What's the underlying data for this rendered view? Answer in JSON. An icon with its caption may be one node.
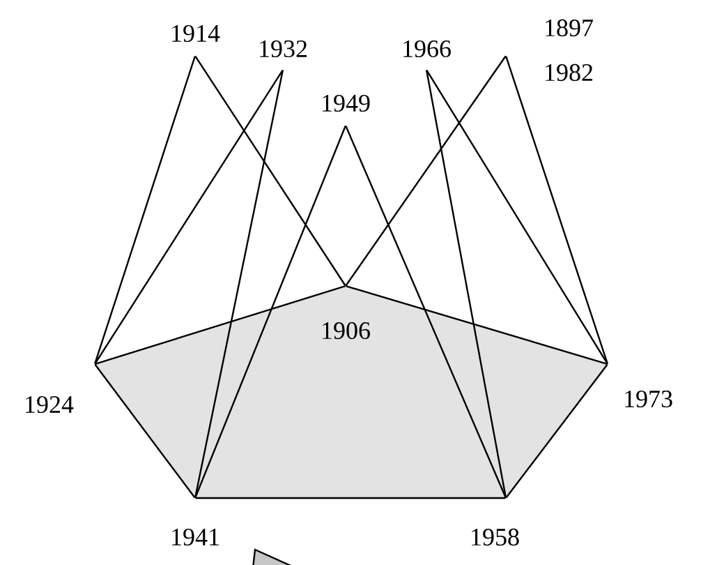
{
  "diagram": {
    "nodes": [
      {
        "text": [
          "1914"
        ]
      },
      {
        "text": [
          "1932"
        ]
      },
      {
        "text": [
          "1949"
        ]
      },
      {
        "text": [
          "1966"
        ]
      },
      {
        "text": [
          "1897",
          "1982"
        ]
      },
      {
        "text": [
          "1906"
        ]
      },
      {
        "text": [
          "1924"
        ]
      },
      {
        "text": [
          "1973"
        ]
      },
      {
        "text": [
          "1941"
        ]
      },
      {
        "text": [
          "1958"
        ]
      }
    ],
    "edges": [
      {
        "from": 0,
        "to": 6,
        "arrow": "none"
      },
      {
        "from": 0,
        "to": 5,
        "arrow": "none"
      },
      {
        "from": 1,
        "to": 6,
        "arrow": "none"
      },
      {
        "from": 1,
        "to": 8,
        "arrow": "none"
      },
      {
        "from": 2,
        "to": 8,
        "arrow": "none"
      },
      {
        "from": 2,
        "to": 9,
        "arrow": "none"
      },
      {
        "from": 3,
        "to": 9,
        "arrow": "none"
      },
      {
        "from": 3,
        "to": 7,
        "arrow": "none"
      },
      {
        "from": 4,
        "to": 5,
        "arrow": "none"
      },
      {
        "from": 4,
        "to": 7,
        "arrow": "none"
      },
      {
        "from": 5,
        "to": 6,
        "arrow": "none"
      },
      {
        "from": 6,
        "to": 8,
        "arrow": "none"
      },
      {
        "from": 8,
        "to": 9,
        "arrow": "none"
      },
      {
        "from": 9,
        "to": 7,
        "arrow": "none"
      },
      {
        "from": 7,
        "to": 5,
        "arrow": "none"
      }
    ]
  }
}
